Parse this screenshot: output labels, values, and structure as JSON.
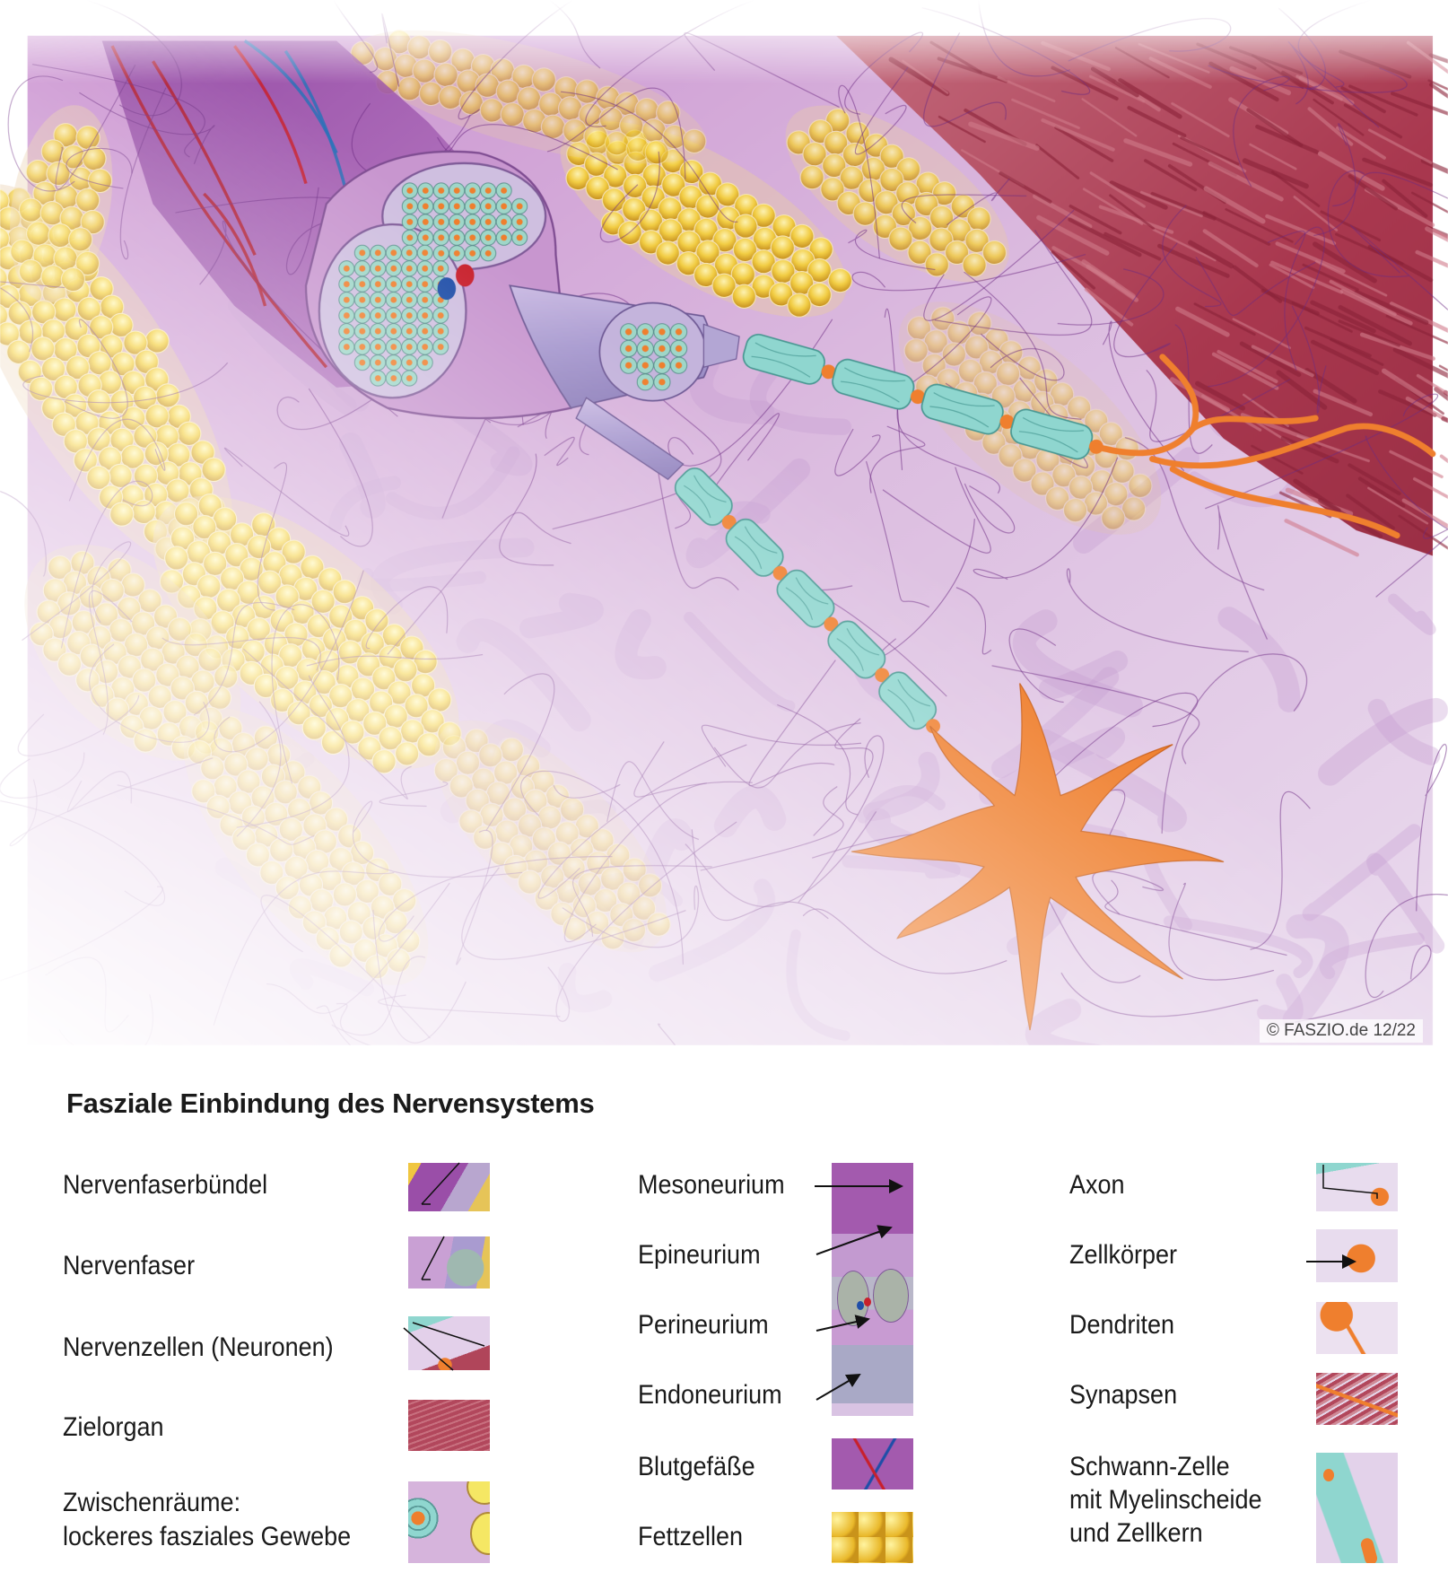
{
  "copyright": "© FASZIO.de 12/22",
  "title": "Fasziale Einbindung des Nervensystems",
  "legend": {
    "col1": [
      {
        "lines": [
          "Nervenfaserbündel"
        ]
      },
      {
        "lines": [
          "Nervenfaser"
        ]
      },
      {
        "lines": [
          "Nervenzellen (Neuronen)"
        ]
      },
      {
        "lines": [
          "Zielorgan"
        ]
      },
      {
        "lines": [
          "Zwischenräume:",
          "lockeres fasziales Gewebe"
        ]
      }
    ],
    "col2": [
      {
        "lines": [
          "Mesoneurium"
        ]
      },
      {
        "lines": [
          "Epineurium"
        ]
      },
      {
        "lines": [
          "Perineurium"
        ]
      },
      {
        "lines": [
          "Endoneurium"
        ]
      },
      {
        "lines": [
          "Blutgefäße"
        ]
      },
      {
        "lines": [
          "Fettzellen"
        ]
      }
    ],
    "col3": [
      {
        "lines": [
          "Axon"
        ]
      },
      {
        "lines": [
          "Zellkörper"
        ]
      },
      {
        "lines": [
          "Dendriten"
        ]
      },
      {
        "lines": [
          "Synapsen"
        ]
      },
      {
        "lines": [
          "Schwann-Zelle",
          "mit Myelinscheide",
          "und Zellkern"
        ]
      }
    ]
  },
  "colors": {
    "tissue": "#d9b6dc",
    "mesoneurium": "#a55fb0",
    "muscle": "#b0455a",
    "fat": "#f2c93a",
    "myelin": "#8fd6cf",
    "neuron": "#ef7f2e",
    "fiber": "#6e2c83"
  }
}
